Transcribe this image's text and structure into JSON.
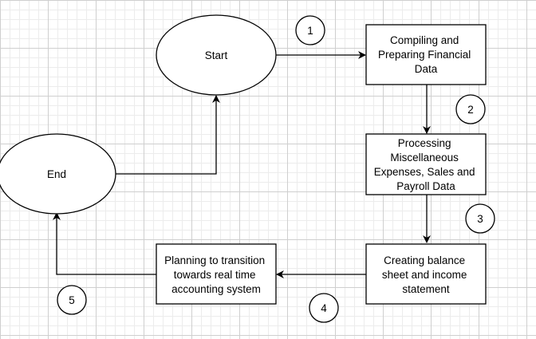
{
  "diagram": {
    "nodes": [
      {
        "id": "start",
        "shape": "ellipse",
        "lines": [
          "Start"
        ]
      },
      {
        "id": "compile",
        "shape": "rect",
        "lines": [
          "Compiling and",
          "Preparing Financial",
          "Data"
        ]
      },
      {
        "id": "process",
        "shape": "rect",
        "lines": [
          "Processing",
          "Miscellaneous",
          "Expenses, Sales and",
          "Payroll Data"
        ]
      },
      {
        "id": "balance",
        "shape": "rect",
        "lines": [
          "Creating balance",
          "sheet and income",
          "statement"
        ]
      },
      {
        "id": "planning",
        "shape": "rect",
        "lines": [
          "Planning to transition",
          "towards real time",
          "accounting system"
        ]
      },
      {
        "id": "end",
        "shape": "ellipse",
        "lines": [
          "End"
        ]
      }
    ],
    "edges": [
      {
        "from": "start",
        "to": "compile"
      },
      {
        "from": "compile",
        "to": "process"
      },
      {
        "from": "process",
        "to": "balance"
      },
      {
        "from": "balance",
        "to": "planning"
      },
      {
        "from": "planning",
        "to": "end"
      },
      {
        "from": "end",
        "to": "start"
      }
    ],
    "step_badges": [
      "1",
      "2",
      "3",
      "4",
      "5"
    ]
  }
}
